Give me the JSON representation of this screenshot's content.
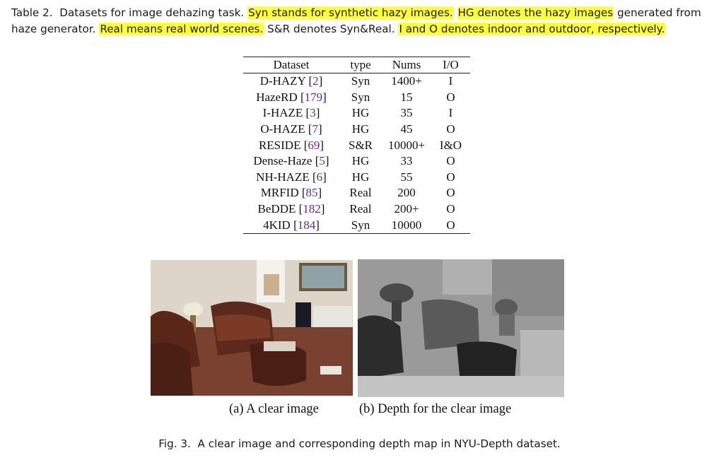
{
  "table_caption": {
    "label": "Table 2.",
    "lead": "Datasets for image dehazing task.",
    "hl1": "Syn stands for synthetic hazy images.",
    "hl2": "HG denotes the hazy images",
    "mid": "generated from haze generator.",
    "hl3": "Real means real world scenes.",
    "plain": "S&R denotes Syn&Real.",
    "hl4": "I and O denotes indoor and outdoor, respectively."
  },
  "table": {
    "headers": [
      "Dataset",
      "type",
      "Nums",
      "I/O"
    ],
    "rows": [
      {
        "name": "D-HAZY",
        "ref": "2",
        "type": "Syn",
        "nums": "1400+",
        "io": "I"
      },
      {
        "name": "HazeRD",
        "ref": "179",
        "type": "Syn",
        "nums": "15",
        "io": "O"
      },
      {
        "name": "I-HAZE",
        "ref": "3",
        "type": "HG",
        "nums": "35",
        "io": "I"
      },
      {
        "name": "O-HAZE",
        "ref": "7",
        "type": "HG",
        "nums": "45",
        "io": "O"
      },
      {
        "name": "RESIDE",
        "ref": "69",
        "type": "S&R",
        "nums": "10000+",
        "io": "I&O"
      },
      {
        "name": "Dense-Haze",
        "ref": "5",
        "type": "HG",
        "nums": "33",
        "io": "O"
      },
      {
        "name": "NH-HAZE",
        "ref": "6",
        "type": "HG",
        "nums": "55",
        "io": "O"
      },
      {
        "name": "MRFID",
        "ref": "85",
        "type": "Real",
        "nums": "200",
        "io": "O"
      },
      {
        "name": "BeDDE",
        "ref": "182",
        "type": "Real",
        "nums": "200+",
        "io": "O"
      },
      {
        "name": "4KID",
        "ref": "184",
        "type": "Syn",
        "nums": "10000",
        "io": "O"
      }
    ]
  },
  "figure": {
    "sub_a": "(a) A clear image",
    "sub_b": "(b) Depth for the clear image",
    "caption_label": "Fig. 3.",
    "caption_text": "A clear image and corresponding depth map in NYU-Depth dataset."
  },
  "colors": {
    "highlight": "#ffff3a",
    "citation": "#6a2a8a"
  }
}
